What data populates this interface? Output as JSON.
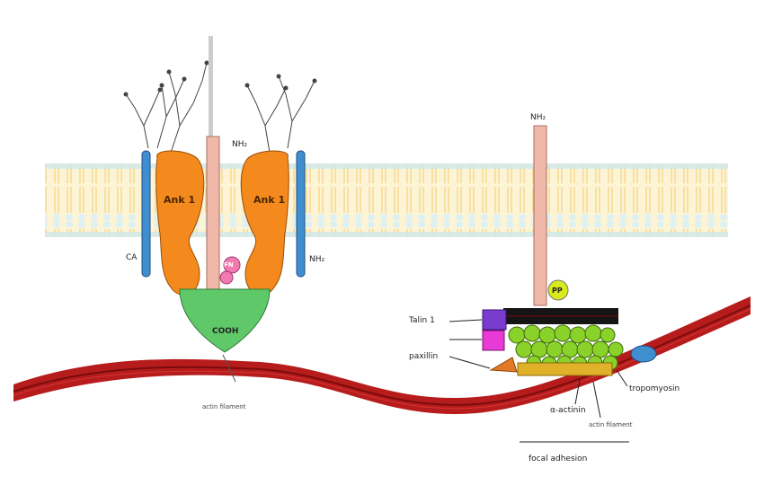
{
  "colors": {
    "membrane_outer": "#bfe6ea",
    "membrane_inner": "#fbe8b0",
    "actin": "#b71c1c",
    "actin_dark": "#7a0c0c",
    "orange_domain": "#f48a1e",
    "green_cytoplasmic": "#5fc96a",
    "pink_peptide": "#f07bb1",
    "tm_helix": "#f0b8a8",
    "blue_subunit": "#3f8fd0",
    "purple_box": "#7a3ccf",
    "magenta_box": "#e83ad6",
    "lime_molecule": "#d8ea1e",
    "gold_plate": "#e0b22a",
    "black_plate": "#151515"
  },
  "labels": {
    "left_tm_top": "NH₂",
    "left_domain_a": "Ank 1",
    "left_domain_b": "Ank 1",
    "left_side_a": "CA",
    "left_side_b": "NH₂",
    "left_peptide": "FN",
    "left_cytoplasmic": "COOH",
    "left_actin_caption": "actin filament",
    "right_tm_top": "NH₂",
    "right_lime": "PP",
    "right_left_label_1": "Talin 1",
    "right_left_label_2": "paxillin",
    "right_right_label_1": "tropomyosin",
    "right_bottom_label_1": "α-actinin",
    "right_bottom_label_2": "actin filament",
    "right_bottom_label_3": "focal adhesion"
  },
  "icons": [
    "tm-helix-icon",
    "glycan-tree-icon",
    "actin-filament-icon",
    "protein-complex-icon"
  ]
}
